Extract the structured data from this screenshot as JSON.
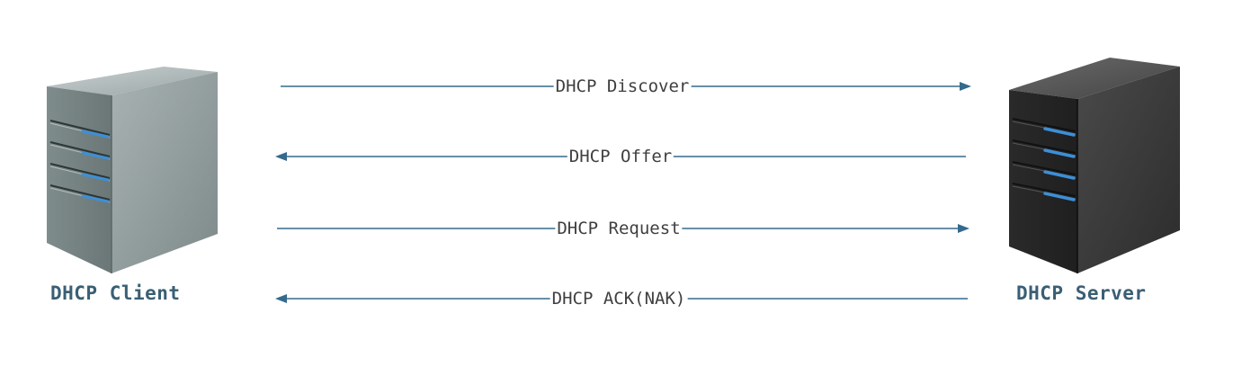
{
  "nodes": {
    "client": {
      "label": "DHCP Client",
      "icon": "server-tower-icon"
    },
    "server": {
      "label": "DHCP Server",
      "icon": "server-tower-icon"
    }
  },
  "messages": [
    {
      "label": "DHCP Discover",
      "direction": "client-to-server"
    },
    {
      "label": "DHCP Offer",
      "direction": "server-to-client"
    },
    {
      "label": "DHCP Request",
      "direction": "client-to-server"
    },
    {
      "label": "DHCP ACK(NAK)",
      "direction": "server-to-client"
    }
  ],
  "colors": {
    "arrow": "#356a8c",
    "label": "#3a5f74",
    "client_body": "#8f9c9c",
    "server_body": "#333333",
    "led": "#3d8fd6"
  }
}
